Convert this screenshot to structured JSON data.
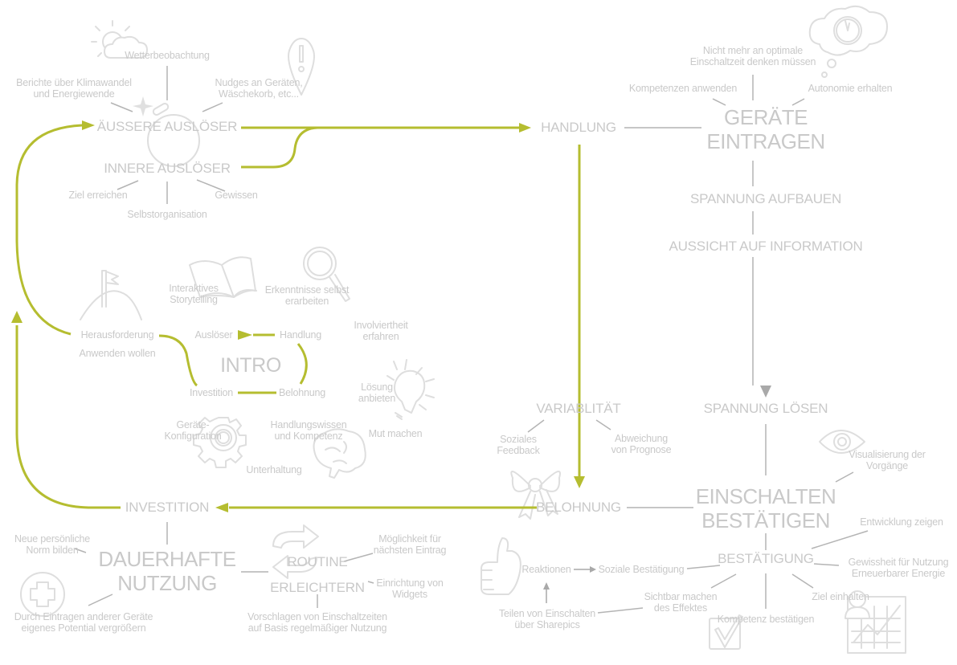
{
  "colors": {
    "accent": "#b5bd30",
    "text": "#c9c9c9",
    "line": "#b4b4b4",
    "icon": "#dedede",
    "background": "#ffffff"
  },
  "icons": [
    "sun-cloud-icon",
    "alert-pin-icon",
    "star-icon",
    "bulb-pull-icon",
    "thought-cloud-clock-icon",
    "flag-hill-icon",
    "open-book-icon",
    "magnifier-icon",
    "lightbulb-icon",
    "gear-icon",
    "brain-icon",
    "eye-icon",
    "bow-icon",
    "thumbs-up-icon",
    "refresh-arrows-icon",
    "medical-cross-icon",
    "checkbox-icon",
    "user-chart-icon"
  ],
  "triggers": {
    "external": {
      "title": "ÄUSSERE AUSLÖSER",
      "items": [
        "Wetterbeobachtung",
        "Berichte über Klimawandel\nund Energiewende",
        "Nudges an Geräten,\nWäschekorb, etc..."
      ]
    },
    "internal": {
      "title": "INNERE AUSLÖSER",
      "items": [
        "Ziel erreichen",
        "Selbstorganisation",
        "Gewissen"
      ]
    }
  },
  "action": {
    "title": "HANDLUNG",
    "node": "GERÄTE\nEINTRAGEN",
    "items": [
      "Nicht mehr an optimale\nEinschaltzeit denken müssen",
      "Kompetenzen anwenden",
      "Autonomie erhalten"
    ],
    "chain": [
      "SPANNUNG AUFBAUEN",
      "AUSSICHT AUF INFORMATION",
      "SPANNUNG LÖSEN"
    ]
  },
  "reward": {
    "title": "BELOHNUNG",
    "variability": "VARIABLITÄT",
    "variability_items": [
      "Soziales\nFeedback",
      "Abweichung\nvon Prognose"
    ],
    "node": "EINSCHALTEN\nBESTÄTIGEN",
    "confirmation": "BESTÄTIGUNG",
    "items": [
      "Visualisierung der\nVorgänge",
      "Entwicklung zeigen",
      "Gewissheit für Nutzung\nErneuerbarer Energie",
      "Ziel einhalten",
      "Kompetenz bestätigen",
      "Sichtbar machen\ndes Effektes",
      "Soziale Bestätigung",
      "Reaktionen",
      "Teilen von Einschalten\nüber Sharepics"
    ]
  },
  "investment": {
    "title": "INVESTITION",
    "node": "DAUERHAFTE\nNUTZUNG",
    "routine": "ROUTINE",
    "ease": "ERLEICHTERN",
    "items": [
      "Neue persönliche\nNorm bilden",
      "Durch Eintragen anderer Geräte\neigenes Potential vergrößern",
      "Möglichkeit für\nnächsten Eintrag",
      "Einrichtung von\nWidgets",
      "Vorschlagen von Einschaltzeiten\nauf Basis regelmäßiger Nutzung"
    ]
  },
  "intro": {
    "title": "INTRO",
    "loop": [
      "Auslöser",
      "Handlung",
      "Belohnung",
      "Investition"
    ],
    "challenge": "Herausforderung",
    "challenge_sub": "Anwenden wollen",
    "items": [
      "Interaktives\nStorytelling",
      "Erkenntnisse selbst\nerarbeiten",
      "Involviertheit\nerfahren",
      "Lösung\nanbieten",
      "Mut machen",
      "Geräte-\nKonfiguration",
      "Handlungswissen\nund Kompetenz",
      "Unterhaltung"
    ]
  }
}
